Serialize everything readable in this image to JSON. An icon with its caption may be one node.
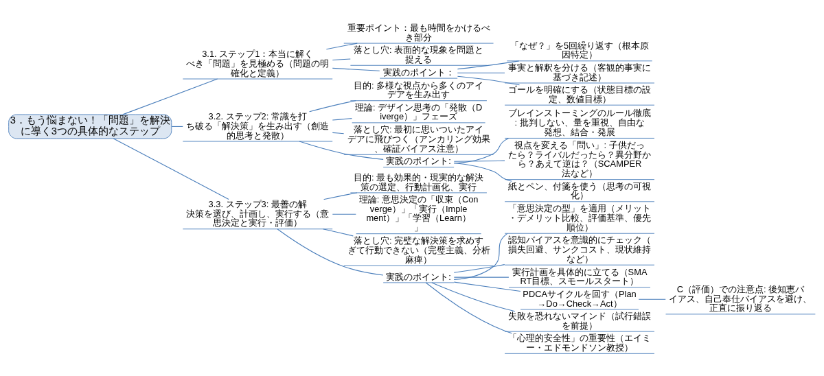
{
  "diagram": {
    "nodes": [
      {
        "text": [
          "3．もう悩まない！「問題」を解決に導く3つの具体的なステップ"
        ]
      },
      {
        "text": [
          "3.1. ステップ1：本当に解くべき「問題」を見極める（問題の明確化と定義）"
        ]
      },
      {
        "text": [
          "重要ポイント：最も時間をかけるべき部分"
        ]
      },
      {
        "text": [
          "落とし穴: 表面的な現象を問題と捉える"
        ]
      },
      {
        "text": [
          "実践のポイント："
        ]
      },
      {
        "text": [
          "「なぜ？」を5回繰り返す（根本原因特定）"
        ]
      },
      {
        "text": [
          "事実と解釈を分ける（客観的事実に基づき記述）"
        ]
      },
      {
        "text": [
          "ゴールを明確にする（状態目標の設定、数値目標）"
        ]
      },
      {
        "text": [
          "3.2. ステップ2: 常識を打ち破る「解決策」を生み出す（創造的思考と発散）"
        ]
      },
      {
        "text": [
          "目的: 多様な視点から多くのアイデアを生み出す"
        ]
      },
      {
        "text": [
          "理論: デザイン思考の「発散（Diverge）」フェーズ"
        ]
      },
      {
        "text": [
          "落とし穴: 最初に思いついたアイデアに飛びつく（アンカリング効果、確証バイアス注意）"
        ]
      },
      {
        "text": [
          "実践のポイント:"
        ]
      },
      {
        "text": [
          "ブレインストーミングのルール徹底: 批判しない、量を重視、自由な発想、結合・発展"
        ]
      },
      {
        "text": [
          "視点を変える「問い」: 子供だったら？ライバルだったら？異分野から？あえて逆は？（SCAMPER法など）"
        ]
      },
      {
        "text": [
          "紙とペン、付箋を使う（思考の可視化）"
        ]
      },
      {
        "text": [
          "3.3. ステップ3: 最善の解決策を選び、計画し、実行する（意思決定と実行・評価）"
        ]
      },
      {
        "text": [
          "目的: 最も効果的・現実的な解決策の選定、行動計画化、実行"
        ]
      },
      {
        "text": [
          "理論: 意思決定の「収束（Converge）」「実行（Implement）」「学習（Learn）」"
        ]
      },
      {
        "text": [
          "落とし穴: 完璧な解決策を求めすぎて行動できない（完璧主義、分析麻痺）"
        ]
      },
      {
        "text": [
          "実践のポイント:"
        ]
      },
      {
        "text": [
          "「意思決定の型」を適用（メリット・デメリット比較、評価基準、優先順位）"
        ]
      },
      {
        "text": [
          "認知バイアスを意識的にチェック（損失回避、サンクコスト、現状維持など）"
        ]
      },
      {
        "text": [
          "実行計画を具体的に立てる（SMART目標、スモールスタート）"
        ]
      },
      {
        "text": [
          "PDCAサイクルを回す（Plan→Do→Check→Act）"
        ]
      },
      {
        "text": [
          "C（評価）での注意点: 後知恵バイアス、自己奉仕バイアスを避け、正直に振り返る"
        ]
      },
      {
        "text": [
          "失敗を恐れないマインド（試行錯誤を前提）"
        ]
      },
      {
        "text": [
          "「心理的安全性」の重要性（エイミー・エドモンドソン教授）"
        ]
      }
    ],
    "edges": [
      {
        "from": 0,
        "to": 1,
        "arrow": "none"
      },
      {
        "from": 1,
        "to": 2,
        "arrow": "none"
      },
      {
        "from": 1,
        "to": 3,
        "arrow": "none"
      },
      {
        "from": 1,
        "to": 4,
        "arrow": "none"
      },
      {
        "from": 4,
        "to": 5,
        "arrow": "none"
      },
      {
        "from": 4,
        "to": 6,
        "arrow": "none"
      },
      {
        "from": 4,
        "to": 7,
        "arrow": "none"
      },
      {
        "from": 0,
        "to": 8,
        "arrow": "none"
      },
      {
        "from": 8,
        "to": 9,
        "arrow": "none"
      },
      {
        "from": 8,
        "to": 10,
        "arrow": "none"
      },
      {
        "from": 8,
        "to": 11,
        "arrow": "none"
      },
      {
        "from": 8,
        "to": 12,
        "arrow": "none"
      },
      {
        "from": 12,
        "to": 13,
        "arrow": "none"
      },
      {
        "from": 12,
        "to": 14,
        "arrow": "none"
      },
      {
        "from": 12,
        "to": 15,
        "arrow": "none"
      },
      {
        "from": 0,
        "to": 16,
        "arrow": "none"
      },
      {
        "from": 16,
        "to": 17,
        "arrow": "none"
      },
      {
        "from": 16,
        "to": 18,
        "arrow": "none"
      },
      {
        "from": 16,
        "to": 19,
        "arrow": "none"
      },
      {
        "from": 16,
        "to": 20,
        "arrow": "none"
      },
      {
        "from": 20,
        "to": 21,
        "arrow": "none"
      },
      {
        "from": 20,
        "to": 22,
        "arrow": "none"
      },
      {
        "from": 20,
        "to": 23,
        "arrow": "none"
      },
      {
        "from": 20,
        "to": 24,
        "arrow": "none"
      },
      {
        "from": 24,
        "to": 25,
        "arrow": "none"
      },
      {
        "from": 20,
        "to": 26,
        "arrow": "none"
      },
      {
        "from": 20,
        "to": 27,
        "arrow": "none"
      }
    ]
  }
}
